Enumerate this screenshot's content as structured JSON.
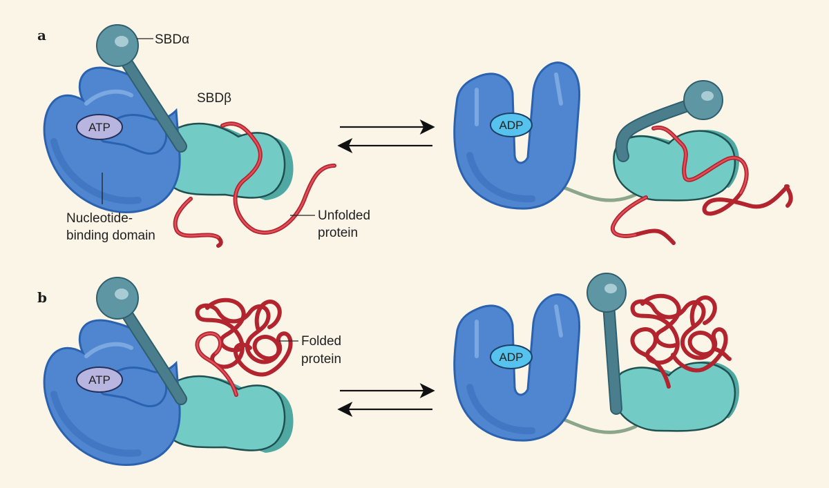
{
  "panels": [
    {
      "id": "a",
      "letter": "a",
      "labels": {
        "lid": "SBDα",
        "base": "SBDβ",
        "nbd_line1": "Nucleotide-",
        "nbd_line2": "binding domain",
        "substrate_line1": "Unfolded",
        "substrate_line2": "protein"
      },
      "left_nucleotide": "ATP",
      "right_nucleotide": "ADP",
      "substrate_state": "unfolded"
    },
    {
      "id": "b",
      "letter": "b",
      "labels": {
        "substrate_line1": "Folded",
        "substrate_line2": "protein"
      },
      "left_nucleotide": "ATP",
      "right_nucleotide": "ADP",
      "substrate_state": "folded"
    }
  ],
  "colors": {
    "background": "#fbf5e8",
    "nucleotide_binding_domain": "#4f86cf",
    "sbd_beta": "#72cbc5",
    "sbd_alpha": "#5f96a4",
    "substrate_chain": "#b2242e",
    "atp_badge": "#b8b6e0",
    "adp_badge": "#55c3ee",
    "linker": "#8ca68c"
  },
  "arrows": "reversible equilibrium (forward and reverse arrows)"
}
